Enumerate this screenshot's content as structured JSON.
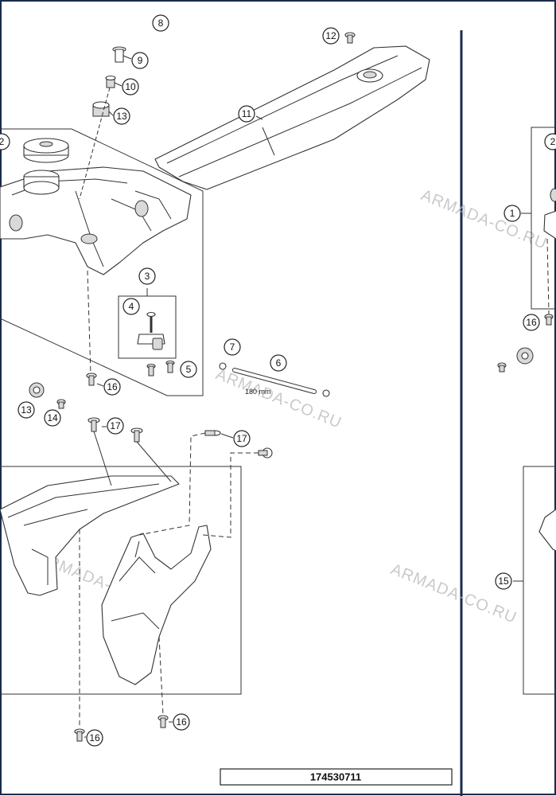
{
  "diagram": {
    "drawing_number": "174530711",
    "dimension_label": "180 mm",
    "watermark": "ARMADA-CO.RU",
    "callouts": [
      "1",
      "2",
      "3",
      "4",
      "5",
      "6",
      "7",
      "8",
      "9",
      "10",
      "11",
      "12",
      "13",
      "14",
      "15",
      "16",
      "17"
    ]
  }
}
